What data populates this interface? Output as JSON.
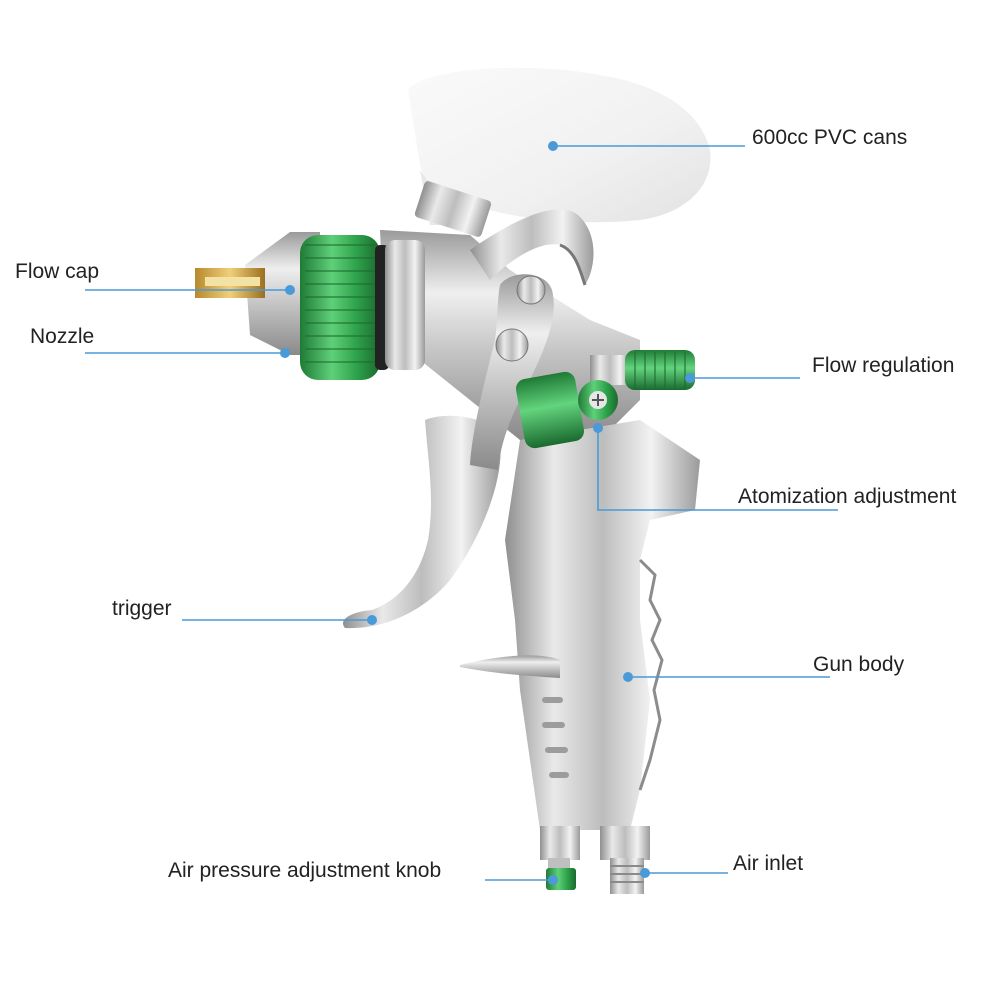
{
  "labels": {
    "cup": "600cc PVC cans",
    "flow_cap": "Flow cap",
    "nozzle": "Nozzle",
    "flow_regulation": "Flow regulation",
    "atomization": "Atomization adjustment",
    "trigger": "trigger",
    "gun_body": "Gun body",
    "air_pressure_knob": "Air pressure adjustment knob",
    "air_inlet": "Air inlet"
  },
  "colors": {
    "leader_line": "#4a9ad8",
    "leader_dot": "#4a9ad8",
    "accent_green": "#2fa34c",
    "chrome": "#c8c8c8",
    "cup": "#f4f4f4"
  }
}
